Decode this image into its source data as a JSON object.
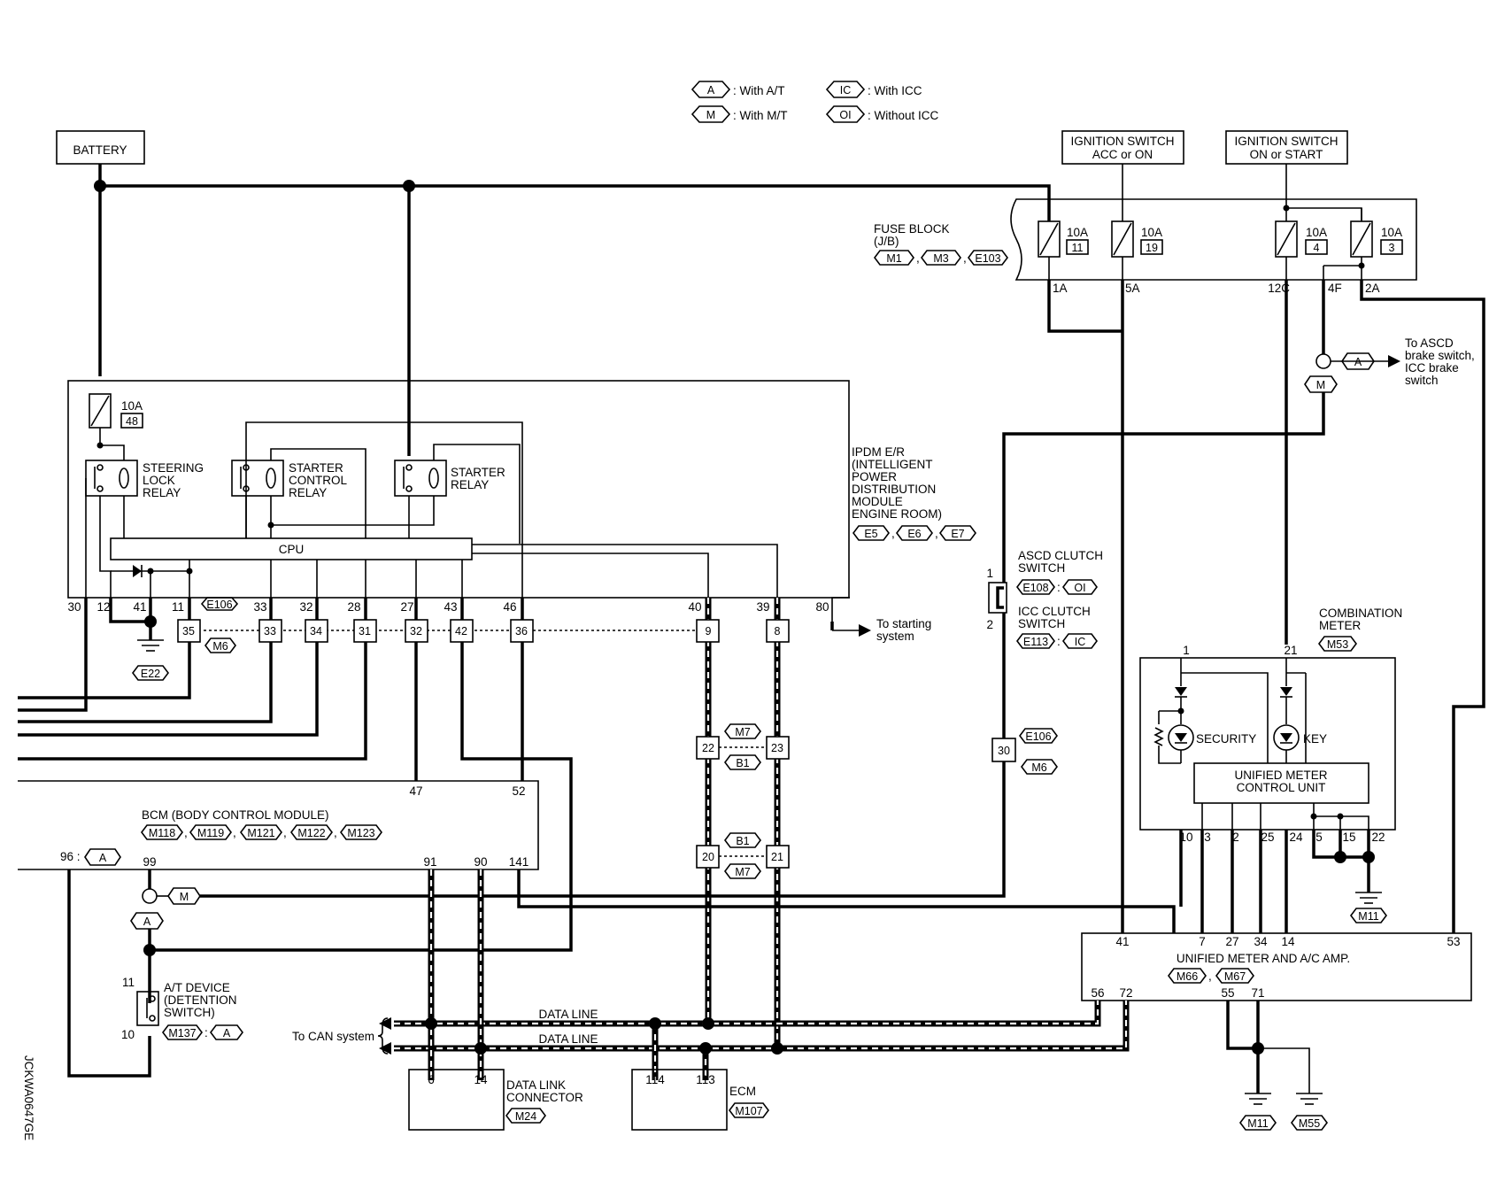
{
  "legend": [
    {
      "code": "A",
      "text": ": With A/T"
    },
    {
      "code": "M",
      "text": ": With M/T"
    },
    {
      "code": "IC",
      "text": ": With ICC"
    },
    {
      "code": "OI",
      "text": ": Without ICC"
    }
  ],
  "battery": "BATTERY",
  "ign_acc": [
    "IGNITION SWITCH",
    "ACC or ON"
  ],
  "ign_on": [
    "IGNITION SWITCH",
    "ON or START"
  ],
  "fuse_block": {
    "title": [
      "FUSE BLOCK",
      "(J/B)"
    ],
    "connectors": [
      "M1",
      "M3",
      "E103"
    ],
    "fuses": [
      {
        "amp": "10A",
        "num": "11",
        "term": "1A"
      },
      {
        "amp": "10A",
        "num": "19",
        "term": "5A"
      },
      {
        "amp": "10A",
        "num": "4",
        "term": "12C"
      },
      {
        "amp": "10A",
        "num": "3",
        "term": "2A"
      }
    ],
    "term_4f": "4F"
  },
  "ipdm": {
    "title": [
      "IPDM E/R",
      "(INTELLIGENT",
      "POWER",
      "DISTRIBUTION",
      "MODULE",
      "ENGINE ROOM)"
    ],
    "connectors": [
      "E5",
      "E6",
      "E7"
    ],
    "fuse": {
      "amp": "10A",
      "num": "48"
    },
    "relays": [
      [
        "STEERING",
        "LOCK",
        "RELAY"
      ],
      [
        "STARTER",
        "CONTROL",
        "RELAY"
      ],
      [
        "STARTER",
        "RELAY"
      ]
    ],
    "cpu": "CPU",
    "terminals": [
      "30",
      "12",
      "41",
      "11",
      "33",
      "32",
      "28",
      "27",
      "43",
      "46",
      "40",
      "39",
      "80"
    ]
  },
  "joint_connectors": {
    "top": [
      "E106",
      "M6"
    ],
    "mid": [
      "M7",
      "B1"
    ],
    "low": [
      "B1",
      "M7"
    ],
    "row1": [
      "35",
      "33",
      "34",
      "31",
      "32",
      "42",
      "36",
      "9",
      "8"
    ],
    "row2": [
      "22",
      "23"
    ],
    "row3": [
      "20",
      "21"
    ]
  },
  "ground_e22": "E22",
  "to_starting": [
    "To starting",
    "system"
  ],
  "to_ascd": [
    "To ASCD",
    "brake switch,",
    "ICC brake",
    "switch"
  ],
  "bcm": {
    "title": "BCM (BODY CONTROL MODULE)",
    "connectors": [
      "M118",
      "M119",
      "M121",
      "M122",
      "M123"
    ],
    "terminals": [
      "47",
      "52",
      "99",
      "91",
      "90",
      "141"
    ],
    "term96": "96 :"
  },
  "ascd": {
    "title1": [
      "ASCD CLUTCH",
      "SWITCH"
    ],
    "conn1": "E108",
    "code1": "OI",
    "title2": [
      "ICC CLUTCH",
      "SWITCH"
    ],
    "conn2": "E113",
    "code2": "IC",
    "pins": [
      "1",
      "2"
    ]
  },
  "j30": {
    "pin": "30",
    "conns": [
      "E106",
      "M6"
    ]
  },
  "combination_meter": {
    "title": [
      "COMBINATION",
      "METER"
    ],
    "connector": "M53",
    "security": "SECURITY",
    "key": "KEY",
    "unit": [
      "UNIFIED METER",
      "CONTROL UNIT"
    ],
    "pins_top": [
      "1",
      "21"
    ],
    "pins_bottom": [
      "10",
      "3",
      "2",
      "25",
      "24",
      "5",
      "15",
      "22"
    ]
  },
  "amp": {
    "title": "UNIFIED METER AND A/C AMP.",
    "connectors": [
      "M66",
      "M67"
    ],
    "pins_top": [
      "41",
      "7",
      "27",
      "34",
      "14",
      "53"
    ],
    "pins_bottom": [
      "56",
      "72",
      "55",
      "71"
    ]
  },
  "grounds": [
    "M11",
    "M11",
    "M55"
  ],
  "at_device": {
    "title": [
      "A/T DEVICE",
      "(DETENTION",
      "SWITCH)"
    ],
    "connector": "M137",
    "code": "A",
    "pins": [
      "11",
      "10"
    ]
  },
  "data_line": "DATA LINE",
  "to_can": "To CAN system",
  "dlc": {
    "title": [
      "DATA LINK",
      "CONNECTOR"
    ],
    "connector": "M24",
    "pins": [
      "6",
      "14"
    ]
  },
  "ecm": {
    "title": "ECM",
    "connector": "M107",
    "pins": [
      "114",
      "113"
    ]
  },
  "code_a": "A",
  "code_m": "M",
  "side_code": "JCKWA0647GE"
}
